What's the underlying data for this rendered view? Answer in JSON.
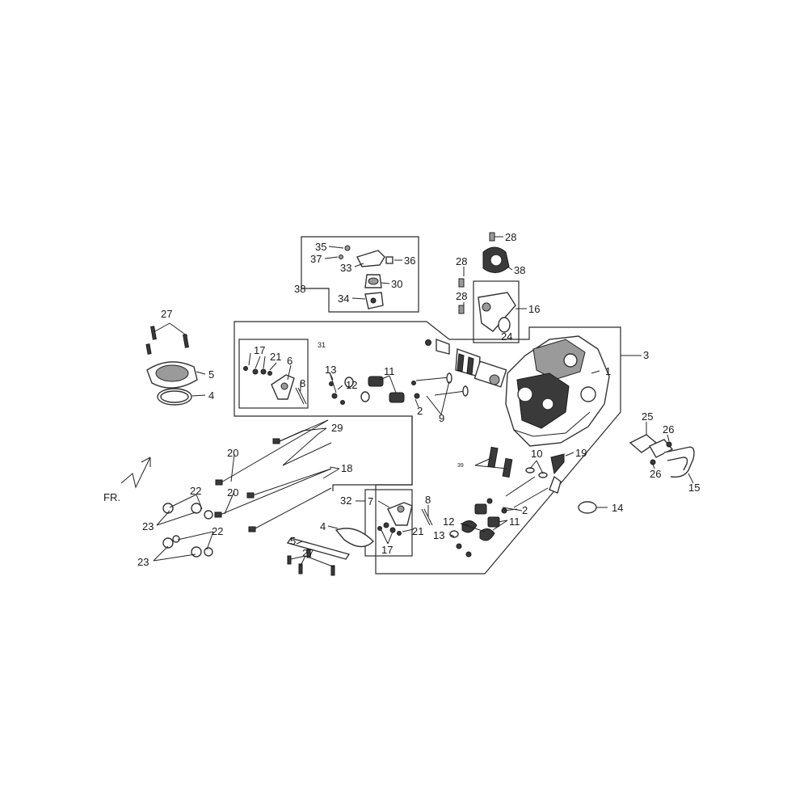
{
  "direction_label": "FR.",
  "callouts": [
    {
      "id": "c35",
      "text": "35"
    },
    {
      "id": "c37",
      "text": "37"
    },
    {
      "id": "c33",
      "text": "33"
    },
    {
      "id": "c36",
      "text": "36"
    },
    {
      "id": "c30",
      "text": "30"
    },
    {
      "id": "c38a",
      "text": "38"
    },
    {
      "id": "c34",
      "text": "34"
    },
    {
      "id": "c28a",
      "text": "28"
    },
    {
      "id": "c28b",
      "text": "28"
    },
    {
      "id": "c38b",
      "text": "38"
    },
    {
      "id": "c28c",
      "text": "28"
    },
    {
      "id": "c16",
      "text": "16"
    },
    {
      "id": "c24",
      "text": "24"
    },
    {
      "id": "c27a",
      "text": "27"
    },
    {
      "id": "c5a",
      "text": "5"
    },
    {
      "id": "c4a",
      "text": "4"
    },
    {
      "id": "c31",
      "text": "31"
    },
    {
      "id": "c17a",
      "text": "17"
    },
    {
      "id": "c21a",
      "text": "21"
    },
    {
      "id": "c6",
      "text": "6"
    },
    {
      "id": "c8a",
      "text": "8"
    },
    {
      "id": "c13a",
      "text": "13"
    },
    {
      "id": "c12a",
      "text": "12"
    },
    {
      "id": "c11a",
      "text": "11"
    },
    {
      "id": "c2a",
      "text": "2"
    },
    {
      "id": "c9",
      "text": "9"
    },
    {
      "id": "c3",
      "text": "3"
    },
    {
      "id": "c1",
      "text": "1"
    },
    {
      "id": "c25",
      "text": "25"
    },
    {
      "id": "c26a",
      "text": "26"
    },
    {
      "id": "c26b",
      "text": "26"
    },
    {
      "id": "c15",
      "text": "15"
    },
    {
      "id": "c29",
      "text": "29"
    },
    {
      "id": "c20a",
      "text": "20"
    },
    {
      "id": "c18",
      "text": "18"
    },
    {
      "id": "c20b",
      "text": "20"
    },
    {
      "id": "c39",
      "text": "39"
    },
    {
      "id": "c10",
      "text": "10"
    },
    {
      "id": "c19",
      "text": "19"
    },
    {
      "id": "c14",
      "text": "14"
    },
    {
      "id": "c22a",
      "text": "22"
    },
    {
      "id": "c23a",
      "text": "23"
    },
    {
      "id": "c22b",
      "text": "22"
    },
    {
      "id": "c23b",
      "text": "23"
    },
    {
      "id": "c32",
      "text": "32"
    },
    {
      "id": "c7",
      "text": "7"
    },
    {
      "id": "c8b",
      "text": "8"
    },
    {
      "id": "c2b",
      "text": "2"
    },
    {
      "id": "c21b",
      "text": "21"
    },
    {
      "id": "c17b",
      "text": "17"
    },
    {
      "id": "c4b",
      "text": "4"
    },
    {
      "id": "c5b",
      "text": "5"
    },
    {
      "id": "c27b",
      "text": "27"
    },
    {
      "id": "c12b",
      "text": "12"
    },
    {
      "id": "c11b",
      "text": "11"
    },
    {
      "id": "c13b",
      "text": "13"
    },
    {
      "id": "c2c",
      "text": "2"
    }
  ]
}
